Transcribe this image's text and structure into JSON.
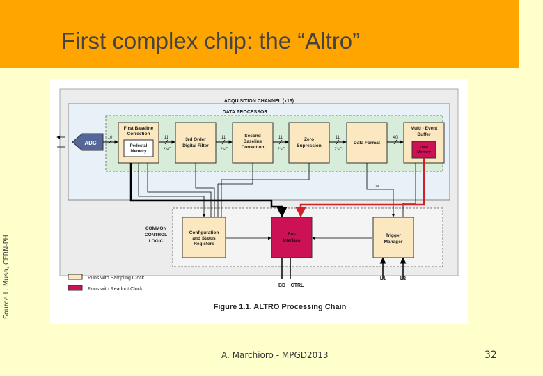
{
  "slide": {
    "title": "First complex chip: the “Altro”",
    "source_credit": "Source L. Musa, CERN-PH",
    "footer_author": "A. Marchioro - MPGD2013",
    "page_number": "32"
  },
  "diagram": {
    "acquisition_channel": "ACQUISITION CHANNEL (x16)",
    "data_processor": "DATA PROCESSOR",
    "adc": "ADC",
    "blocks": {
      "first_baseline": [
        "First Baseline",
        "Correction"
      ],
      "pedestal_memory": [
        "Pedestal",
        "Memory"
      ],
      "third_order": [
        "3rd Order",
        "Digital Filter"
      ],
      "second_baseline": [
        "Second",
        "Baseline",
        "Correction"
      ],
      "zero_supp": [
        "Zero",
        "Supression"
      ],
      "data_format": "Data Format",
      "multi_event": [
        "Multi - Event",
        "Buffer"
      ],
      "data_memory": [
        "Data",
        "Memory"
      ],
      "config_status": [
        "Configuration",
        "and Status",
        "Registers"
      ],
      "bus_interface": [
        "Bus",
        "Interface"
      ],
      "trigger_manager": [
        "Trigger",
        "Manager"
      ]
    },
    "common_control_logic": [
      "COMMON",
      "CONTROL",
      "LOGIC"
    ],
    "bus_widths": [
      "10",
      "11",
      "11",
      "11",
      "11",
      "40"
    ],
    "twos_comp": [
      "2'sC",
      "2'sC",
      "2'sC",
      "2'sC"
    ],
    "tw_label": "tw",
    "io_labels": {
      "bd": "BD",
      "ctrl": "CTRL",
      "l1": "L1",
      "l2": "L2"
    },
    "legend": [
      {
        "label": "Runs with Sampling Clock",
        "color": "#fbe8c0"
      },
      {
        "label": "Runs with Readout Clock",
        "color": "#cc1155"
      }
    ],
    "caption": "Figure 1.1. ALTRO Processing Chain"
  }
}
